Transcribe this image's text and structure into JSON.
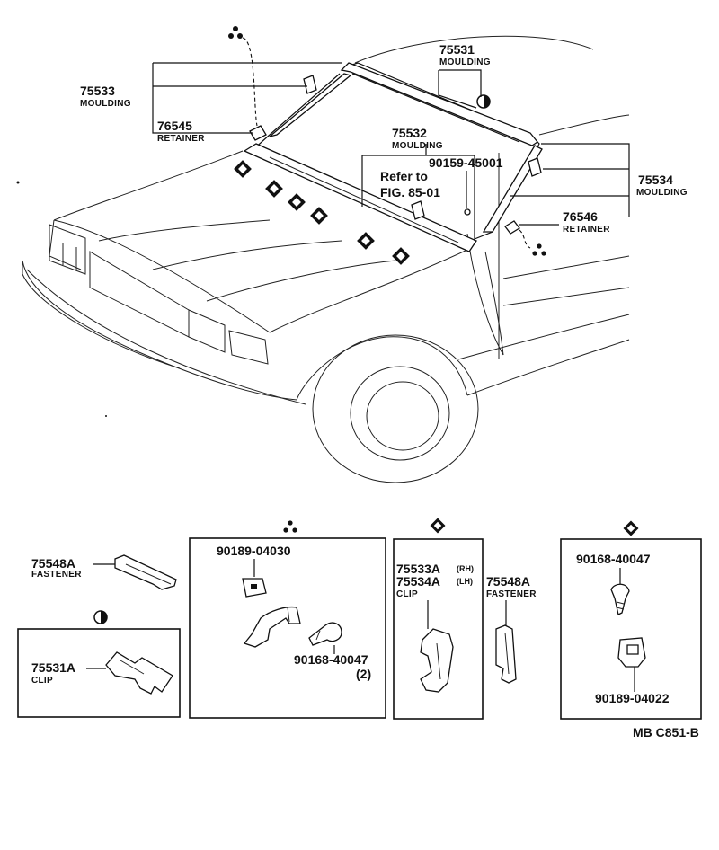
{
  "parts": {
    "p75531": {
      "number": "75531",
      "name": "MOULDING"
    },
    "p75533": {
      "number": "75533",
      "name": "MOULDING"
    },
    "p76545": {
      "number": "76545",
      "name": "RETAINER"
    },
    "p75532": {
      "number": "75532",
      "name": "MOULDING"
    },
    "p90159": {
      "number": "90159-45001"
    },
    "refer": {
      "line1": "Refer to",
      "line2": "FIG. 85-01"
    },
    "p75534": {
      "number": "75534",
      "name": "MOULDING"
    },
    "p76546": {
      "number": "76546",
      "name": "RETAINER"
    }
  },
  "detail": {
    "p75548A_left": {
      "number": "75548A",
      "name": "FASTENER"
    },
    "p75531A": {
      "number": "75531A",
      "name": "CLIP"
    },
    "box2": {
      "p1": "90189-04030",
      "p2": "90168-40047",
      "qty": "(2)"
    },
    "box3": {
      "p1": "75533A",
      "p1_side": "(RH)",
      "p2": "75534A",
      "p2_side": "(LH)",
      "name": "CLIP"
    },
    "p75548A_right": {
      "number": "75548A",
      "name": "FASTENER"
    },
    "box4": {
      "p1": "90168-40047",
      "p2": "90189-04022"
    }
  },
  "footer": {
    "code": "MB  C851-B"
  }
}
